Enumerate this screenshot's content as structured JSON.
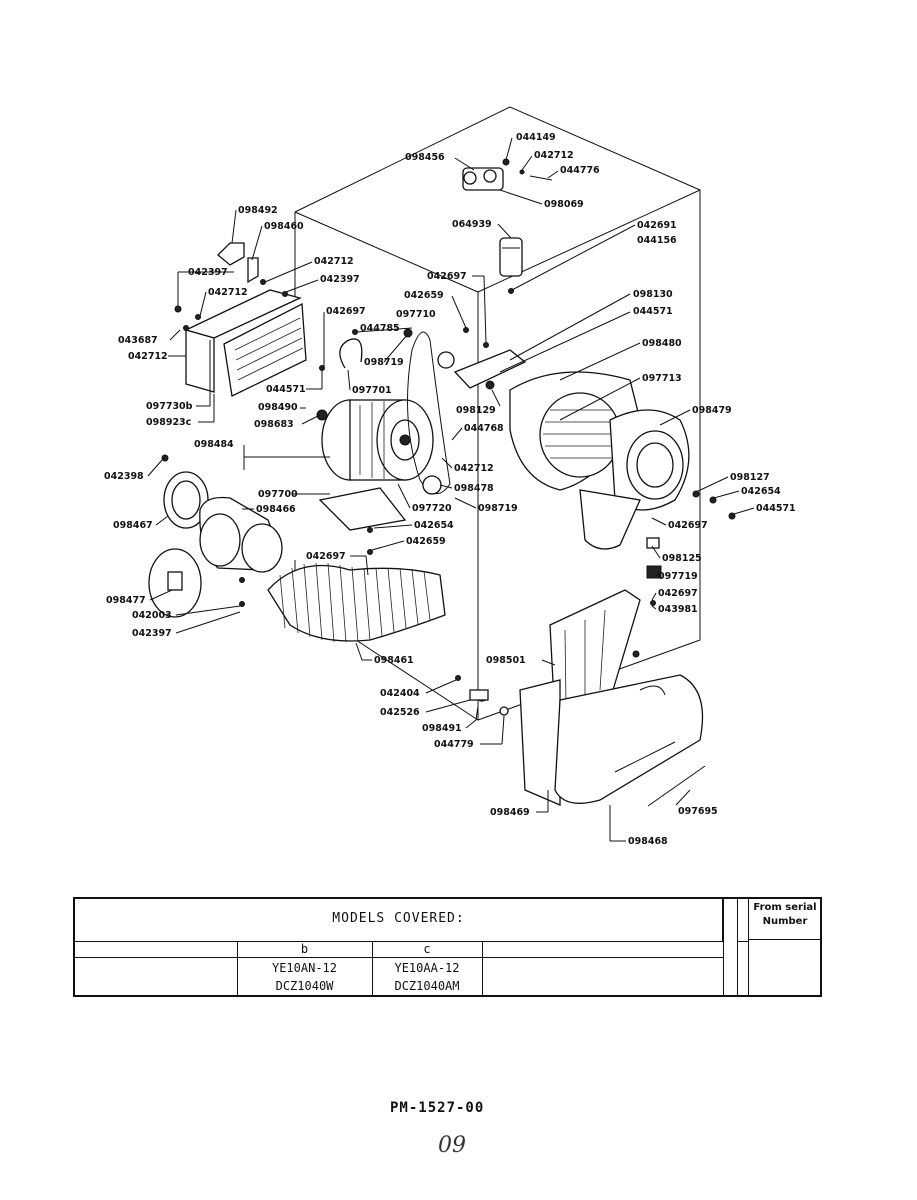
{
  "parts": {
    "p044149": "044149",
    "p098456": "098456",
    "p042712_top": "042712",
    "p044776": "044776",
    "p098069": "098069",
    "p098492": "098492",
    "p098460": "098460",
    "p064939": "064939",
    "p042691": "042691",
    "p044156": "044156",
    "p042712_a": "042712",
    "p042397_a": "042397",
    "p042397_b": "042397",
    "p042697_a": "042697",
    "p042712_b": "042712",
    "p042659_a": "042659",
    "p098130": "098130",
    "p042697_b": "042697",
    "p044571_a": "044571",
    "p043687": "043687",
    "p044785": "044785",
    "p097710": "097710",
    "p042712_c": "042712",
    "p098719_a": "098719",
    "p098480": "098480",
    "p044571_b": "044571",
    "p097701": "097701",
    "p097713": "097713",
    "p097730b": "097730b",
    "p098490": "098490",
    "p098129": "098129",
    "p098923c": "098923c",
    "p098683": "098683",
    "p044768": "044768",
    "p098479": "098479",
    "p098484": "098484",
    "p042712_d": "042712",
    "p042398": "042398",
    "p098478": "098478",
    "p098127": "098127",
    "p042654_a": "042654",
    "p097700": "097700",
    "p097720": "097720",
    "p098719_b": "098719",
    "p044571_c": "044571",
    "p098466": "098466",
    "p098467": "098467",
    "p042654_b": "042654",
    "p042697_c": "042697",
    "p042659_b": "042659",
    "p042697_d": "042697",
    "p098125": "098125",
    "p097719": "097719",
    "p098477": "098477",
    "p042697_e": "042697",
    "p042003": "042003",
    "p043981": "043981",
    "p042397_c": "042397",
    "p098461": "098461",
    "p098501": "098501",
    "p042404": "042404",
    "p042526": "042526",
    "p098491": "098491",
    "p044779": "044779",
    "p098469": "098469",
    "p097695": "097695",
    "p098468": "098468"
  },
  "models_table": {
    "title": "MODELS COVERED:",
    "col_b_header": "b",
    "col_c_header": "c",
    "col_b_values": [
      "YE10AN-12",
      "DCZ1040W"
    ],
    "col_c_values": [
      "YE10AA-12",
      "DCZ1040AM"
    ],
    "serial_header_line1": "From serial",
    "serial_header_line2": "Number"
  },
  "page_code": "PM-1527-00",
  "page_number": "09"
}
